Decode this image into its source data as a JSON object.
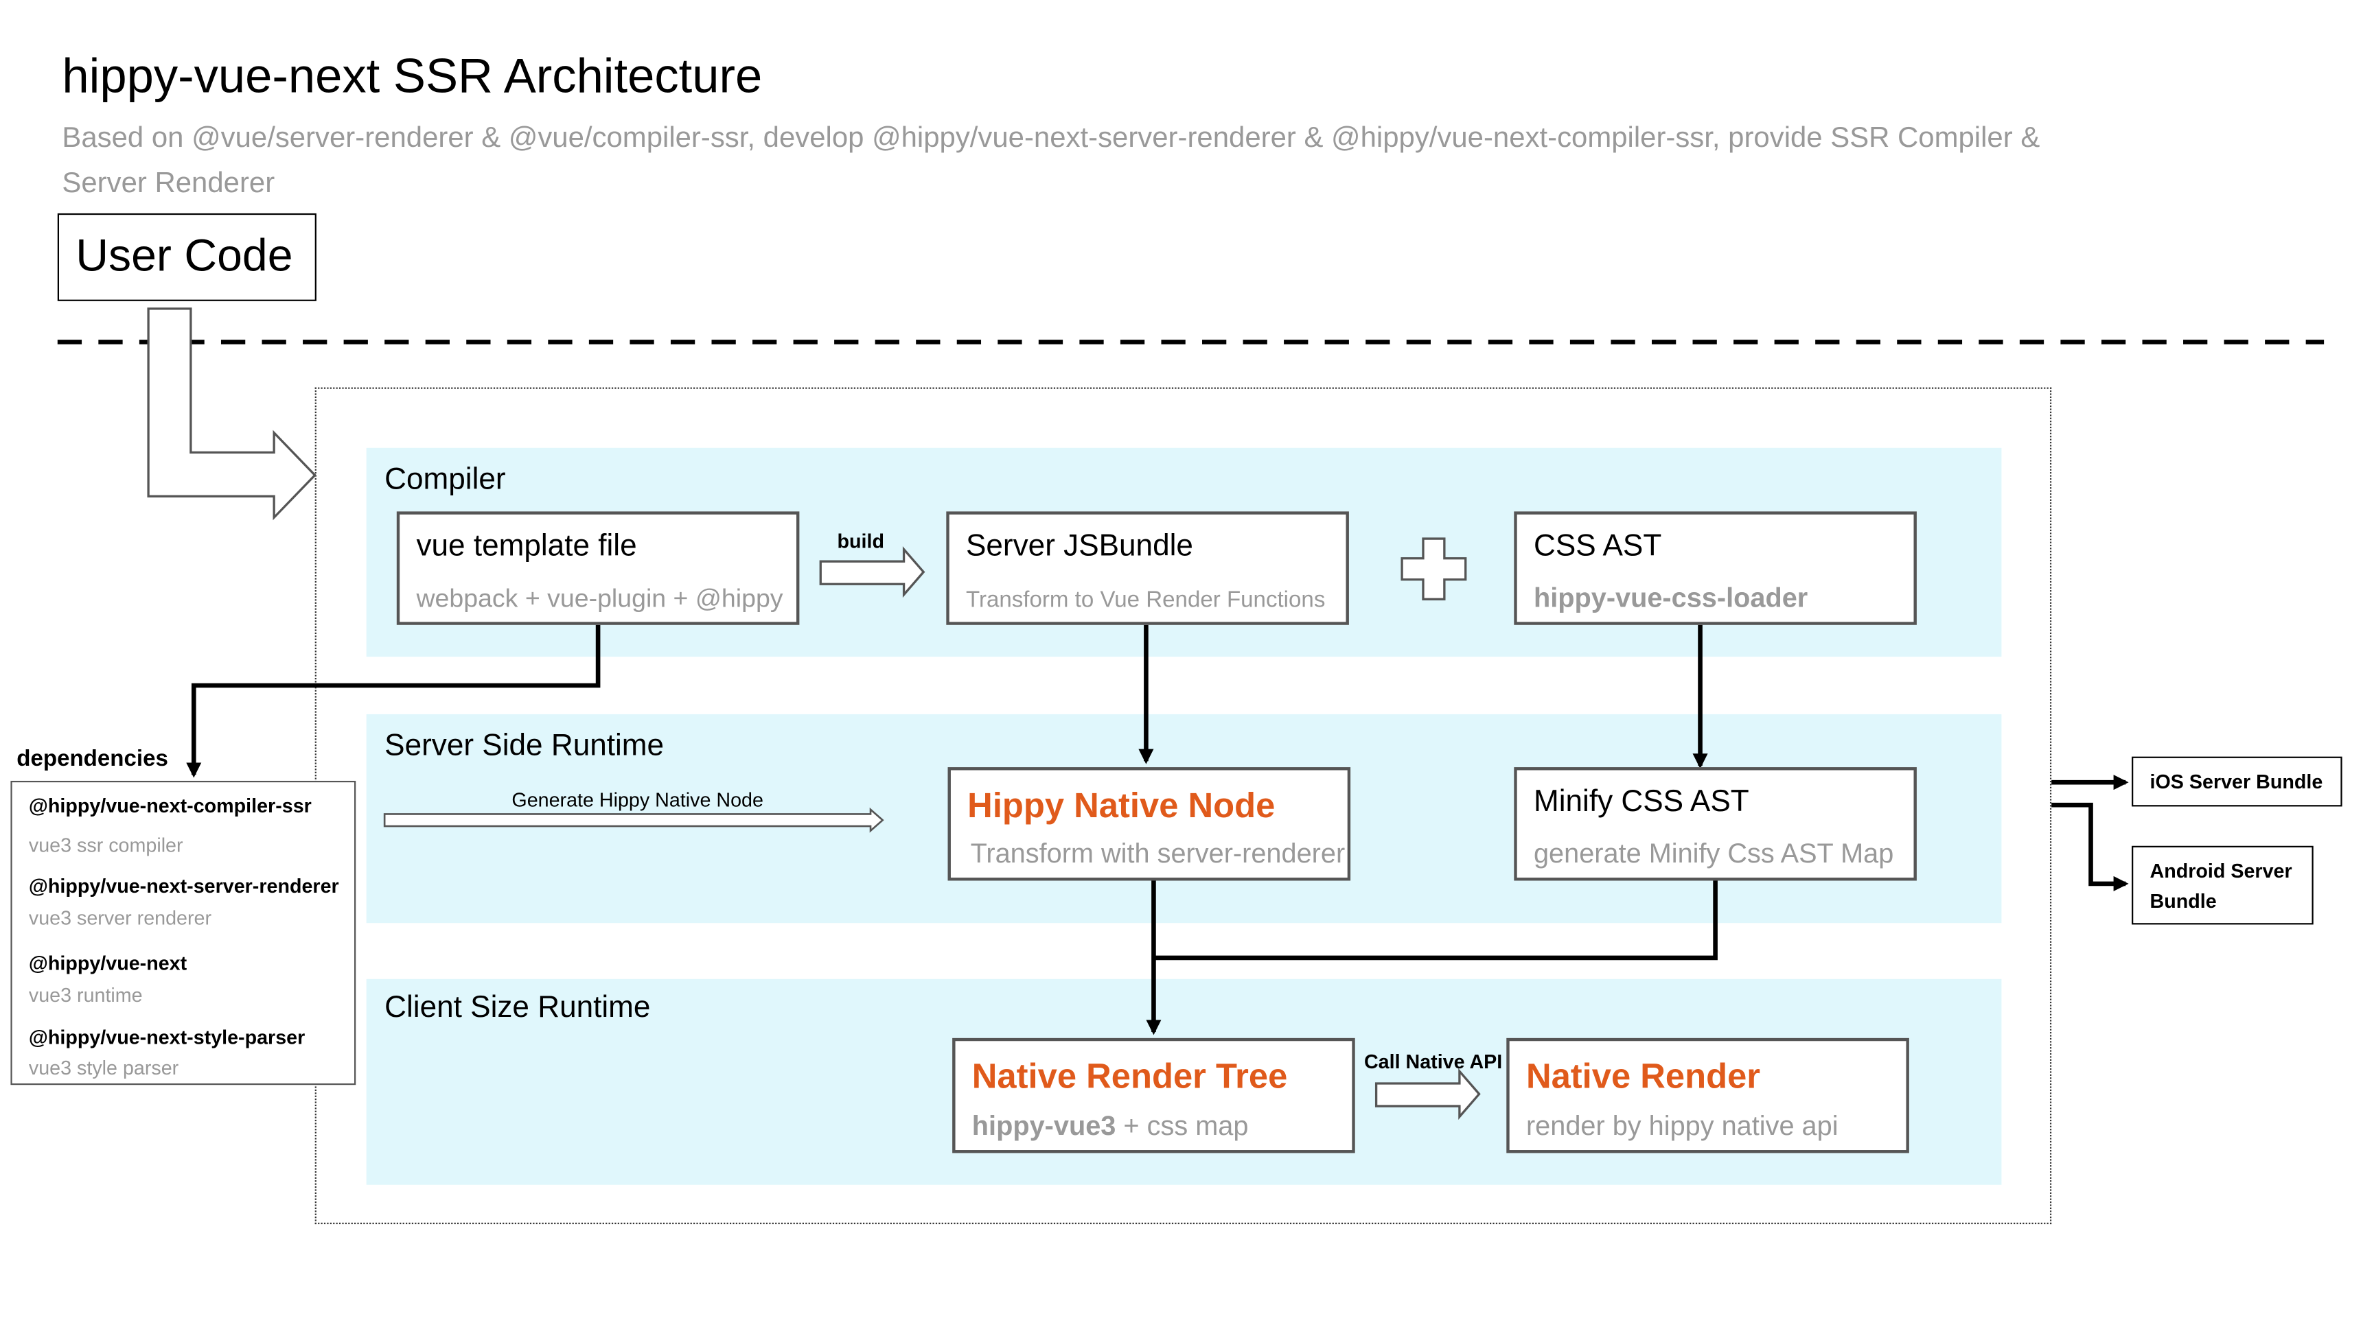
{
  "header": {
    "title": "hippy-vue-next SSR Architecture",
    "subtitle_line1": "Based on @vue/server-renderer & @vue/compiler-ssr, develop @hippy/vue-next-server-renderer & @hippy/vue-next-compiler-ssr, provide SSR Compiler &",
    "subtitle_line2": "Server Renderer"
  },
  "user_code": "User Code",
  "compiler": {
    "label": "Compiler",
    "template_box": {
      "title": "vue template file",
      "sub": "webpack + vue-plugin + @hippy"
    },
    "build_label": "build",
    "jsbundle_box": {
      "title": "Server JSBundle",
      "sub": "Transform to Vue Render Functions"
    },
    "css_ast_box": {
      "title": "CSS AST",
      "sub": "hippy-vue-css-loader"
    }
  },
  "server_runtime": {
    "label": "Server Side Runtime",
    "generate_label": "Generate Hippy Native Node",
    "native_node_box": {
      "title": "Hippy Native Node",
      "sub": "Transform with server-renderer"
    },
    "minify_box": {
      "title": "Minify CSS AST",
      "sub": "generate Minify Css AST Map"
    }
  },
  "client_runtime": {
    "label": "Client Size Runtime",
    "render_tree_box": {
      "title": "Native Render Tree",
      "sub_bold": "hippy-vue3",
      "sub_rest": "+ css map"
    },
    "call_api_label": "Call Native API",
    "native_render_box": {
      "title": "Native Render",
      "sub": "render by hippy native api"
    }
  },
  "dependencies": {
    "label": "dependencies",
    "items": [
      {
        "name": "@hippy/vue-next-compiler-ssr",
        "desc": "vue3 ssr compiler"
      },
      {
        "name": "@hippy/vue-next-server-renderer",
        "desc": "vue3 server renderer"
      },
      {
        "name": "@hippy/vue-next",
        "desc": "vue3 runtime"
      },
      {
        "name": "@hippy/vue-next-style-parser",
        "desc": "vue3 style parser"
      }
    ]
  },
  "outputs": {
    "ios": "iOS Server Bundle",
    "android_line1": "Android Server",
    "android_line2": "Bundle"
  },
  "colors": {
    "accent": "#e05a1b",
    "band": "#e0f7fc",
    "muted": "#999999"
  }
}
